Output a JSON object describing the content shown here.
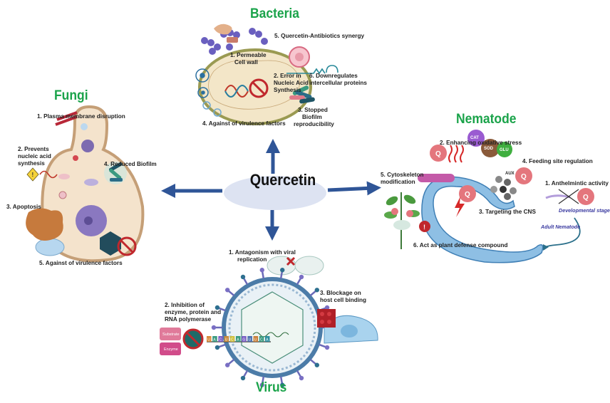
{
  "center": {
    "label": "Quercetin",
    "ellipse_color": "#dde3f2",
    "arrow_color": "#2f5597"
  },
  "bacteria": {
    "title": "Bacteria",
    "items": [
      "1. Permeable",
      "Cell wall",
      "2. Error in",
      "Nucleic Acid",
      "Synthesis",
      "3. Stopped",
      "Biofilm",
      "reproducibility",
      "4. Against of virulence factors",
      "5. Quercetin-Antibiotics synergy",
      "6. Downregulates",
      "intercellular proteins"
    ]
  },
  "fungi": {
    "title": "Fungi",
    "items": [
      "1.  Plasma membrane disruption",
      "2. Prevents",
      "nucleic acid",
      "synthesis",
      "3. Apoptosis",
      "4.  Reduced Biofilm",
      "5. Against of virulence factors"
    ]
  },
  "nematode": {
    "title": "Nematode",
    "items": [
      "1.  Anthelmintic activity",
      "2. Enhancing oxidative stress",
      "3. Targeting the CNS",
      "4. Feeding site regulation",
      "5. Cytoskeleton",
      "modification",
      "6. Act as plant defense compound"
    ],
    "developmental_stage": "Developmental stage",
    "adult_nematode": "Adult Nematode",
    "enzymes": [
      "CAT",
      "SOD",
      "GLU"
    ],
    "aux": "AUX",
    "q": "Q",
    "alert": "!"
  },
  "virus": {
    "title": "Virus",
    "items": [
      "1.  Antagonism with viral",
      "replication",
      "2. Inhibition of",
      "enzyme, protein and",
      "RNA polymerase",
      "3. Blockage on",
      "host cell binding"
    ],
    "substrate": "Substrate",
    "enzyme": "Enzyme",
    "rna_bases": [
      "U",
      "A",
      "C",
      "U",
      "C",
      "A",
      "G",
      "U",
      "U",
      "C",
      "A"
    ]
  },
  "colors": {
    "title_green": "#1aa34a",
    "text": "#222222"
  }
}
